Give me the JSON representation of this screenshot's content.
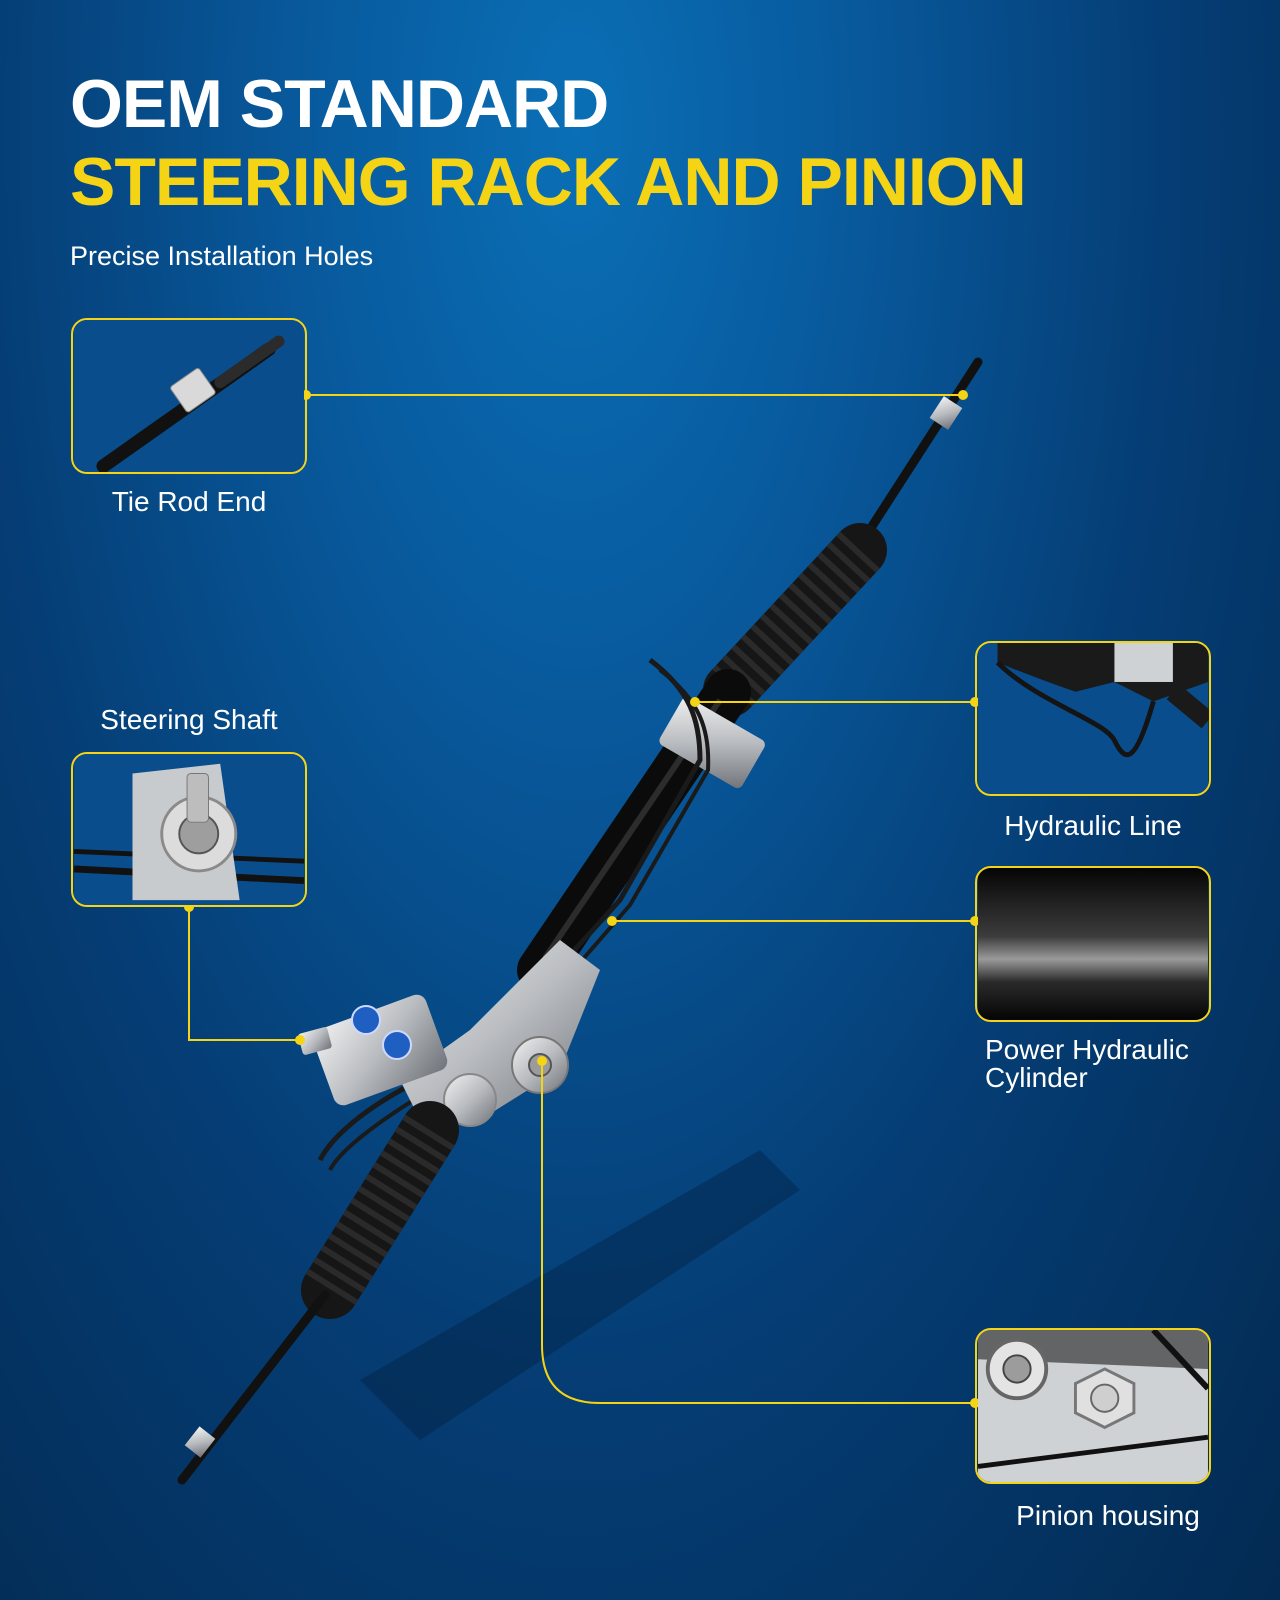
{
  "heading": {
    "line1": "OEM STANDARD",
    "line2": "STEERING RACK AND PINION",
    "subtitle": "Precise Installation Holes"
  },
  "callouts": {
    "tie_rod_end": "Tie Rod End",
    "steering_shaft": "Steering Shaft",
    "hydraulic_line": "Hydraulic Line",
    "power_hydraulic_cylinder_line1": "Power Hydraulic",
    "power_hydraulic_cylinder_line2": "Cylinder",
    "pinion_housing": "Pinion housing"
  },
  "colors": {
    "accent": "#f5d315",
    "background_top": "#0a6fb6",
    "background_bottom": "#032a52",
    "text": "#ffffff"
  }
}
